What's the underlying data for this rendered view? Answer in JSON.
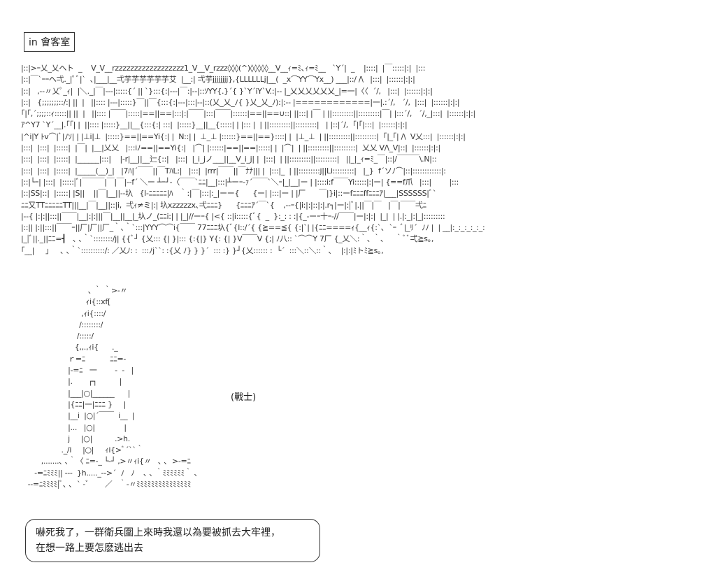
{
  "location_label": "in 會客室",
  "art_top": [
    "|::|>ｰ乂_乂ヘト  _    V_V__rzzzzzzzzzzzzzzzzzz1_V__V_rzzz◊◊◊(^)◊◊◊◊◊__V__ｨ=ﾐ､ｨ=ﾐ__   `Y´|  _    |::::|  |￣:::::|:|  |:::",
    "|::|￣`ｰｰへ弌._|ﾟﾞ|`  ､|___|__弌芋芋芋芋芋芋艾  |__:| 弌芋jjjjjjjj},{LLLLLLj|__(  _x⌒YY⌒Yx__) ___|::/ /\\   |:::|  |::::::|:|:|",
    "|::|   ,--〃乂ﾟ_ｨ|  |＼._|￣|---|:::::{´ || `}:::{:|---|￣:|--|::ｿYY{.}´{ }`Y´iY`V.:|-- |_乂乂乂乂乂乂_|=一|〈〈  ´/,   |:::|  |::::::|:|:|",
    "|::|   {;;;;;;;::/:| ||  |   ||:::: |---|:::::}￣||￣{:::{:|---|:::|--|::(乂_乂_ﾉ{ }乂_乂_ﾉ):|:-- |============|一|.:´/,   ´/,  |:::|  |::::::|:|:|",
    "｢|｢,´;;;;::ｨ:::::|| ||  |   ||:::: |￣￣|:::::|==||==|:::|:|￣￣|:::|￣￣|::::::|==||==∪::| ||:::| |￣ | ||:::::::::||:::::::::|￣| |:::´/,   ´/,_|:::|  |::::::|:|:|",
    "ｱ^Y7 `Y´__|.｢｢| |  ||:::: |:::::}__||__{:::{:| :::|  |:::::}__||__{:::::| | |::: |  | ||:::::::::||:::::::::|   | |::|´/,  ｢|｢|:::|  |::::::|:|:|",
    "|^i|Y ﾄv⌒|ﾞ|ﾉｿ| | |⊥i|⊥  |:::::}==||==Yi{:| |  N::| |  ⊥_⊥ |::::::}==||==}::::| |  |⊥_⊥  | ||:::::::::||:::::::::|  ｢|_｢| /\\  V乂:::|  |::::::|:|:|",
    "|:::|  |:::|  |:::::|  |￣|  |＿|乂乂   |:::iﾉ==||==Yi{:|   |⌒| |::::::|==||==|:::::| |  |⌒|  | ||:::::::::||:::::::::|  乂乂 V/\\_V|::|  |::::::|:|:|",
    "|:::|  |:::|  |:::::|  |______|:::|    |-r|__||__辷{::|   |:::|  |_i_jノ___||__V_i_j| |  |:::|  | ||:::::::::||:::::::::|   ||_|_ｨ=ﾐ_￣|::|/￣￣￣\\.N|::",
    "|:::|  |:::|  |:::::|  |_____(__)_|   |7ﾊ|´￣￣||￣TﾊL:|   |:::|  |rrr|￣￣||￣ﾅﾅ||| |  |:::|_  | ||:::::::::j||Li:::::::::|   |_}  f´ソﾉ⌒|::|::::::::::::|:",
    "|::|└ｰ| |:::|  |:::::|ﾞ|￣￣￣|￣|￣|--f´ ＼ー ┴ｰ┘-〈￣￣`ﾆﾆ|__|:::|┴ーｰ‐ｧ´￣￣`＼ｰ|_|__|ー | |::::i:f￣￣Yi:::::|:|ー| {==f爪   |:::|        |:::",
    "|::|SS|::|  |:::::| |S||    ||￣|__||--圦   {l-ﾆﾆﾆﾆﾆ|ﾊ   ｀:|￣|:::|:_|ーー{      {ー| |:::|ー | |厂      ￣|}i|::ーfﾆﾆﾆffﾆﾆﾆｱ|___|SSSSSS|ﾞ`",
    "ﾆﾆ又TTﾆﾆﾆﾆﾆTT|||__|￣|__||::|i,  弌ｨ≠ミ|:| 圦xzzzzzx､弌ﾆﾆﾆ}      {ﾆﾆﾆｱ´￣`{    ,--ｰ{|i:|:|::|:|.r┐|ー|:|ﾞ|.||￣|￣   |￣|￣￣弌ﾆ",
    "|--{ |:|:||:::||￣￣|__|:|:|||￣|__||__|_圦ノ_(ﾆﾆi:| | |_|//ーｰ{ |<{ ::|i:::::{ﾞ{  _  }:_: : :|{_-ーｰ十ｰ-//￣￣|ー|:|:|  |_|  | |.|:_|:|_|:::::::::",
    "|::|| |:||:::||￣￣ｰ||厂|厂||厂_｀､｀`:::|YYY⌒⌒i{￣￣ 77ﾆﾆﾆ圦{ﾞ{l::/´{ {≧==≦{ {:|`| |{ﾆﾆ====ｨ{__ｨ{:`､  `ｰ  ﾞ|_ﾘ´  ﾉﾉ |  | __|:_:_:_:_:_:",
    "|_|ﾞ||._||ﾆﾆ=┫   ､ ､｀`::::::::/j| {{ﾞ┘ {乂::: {| }|::: {:{|} Y{: {| }V￣￣V {;| ﾉ八:: `⌒⌒Y 7厂 {_乂＼:｀､ ｀､     ｀ﾞﾞ弌≧s｡,",
    "｢__|     ｣     ､ ､｀`::::::::::/: ／乂ﾉ: :  :::ﾉj``: :{乂 ﾉ} } }´  ::: :} }┘{乂:::::: :  └´  :::＼::＼::｀､    |:|:|ﾐトﾐ≧s｡,"
  ],
  "art_figure": [
    "                              ､ ｀ ｀>-〃",
    "                             ｨi{::xf[",
    "                           ,ｨi{::::/",
    "                          /::::::::/",
    "                         /:::::/",
    "                        {,,.,ｨi{      ._",
    "                     ｒ=ﾆ           ﾆﾆ=-",
    "                     |-=ﾆ   一        -  -   |",
    "                     |.       ┌┐          |",
    "                     |___|○|______      |",
    "                     |{ﾆﾆ|一|ﾆﾆﾆ }     |",
    "                     |__i  |○|´￣￣  i__  |",
    "                     |...   |○|             |",
    "                     j     |○|          .>h.",
    "                  ._/i     |○|     ｨi{>ﾞ´``｀",
    "         ,.......､ ､｀〈 ﾆ=-_ └-┘ ,>〃ｨi{〃   ､ ､  >-=ﾆ",
    "      -=ﾆﾐﾐﾐ|| ---  }h....._-->´  ﾉ   ﾉ    ､ ､ ｀ﾐﾐﾐﾐﾐﾐ｀ ､",
    "   --=ﾆﾐﾐﾐﾐ|ﾞ､ ､  ` -ﾞ       ／   ｀-〃ﾐﾐﾐﾐﾐﾐﾐﾐﾐﾐﾐﾐﾐﾐﾐ"
  ],
  "caption": "(戰士)",
  "dialogue": {
    "line1": "嚇死我了，一群衛兵圍上來時我還以為要被抓去大牢裡，",
    "line2": "在想一路上要怎麽逃出去"
  }
}
